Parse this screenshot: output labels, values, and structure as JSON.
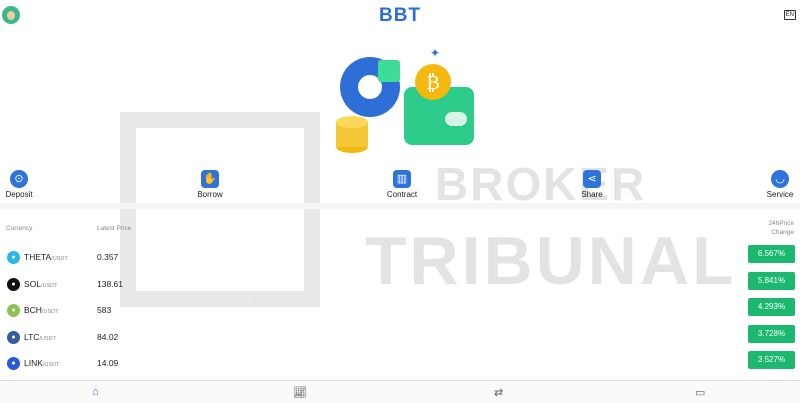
{
  "header": {
    "title": "BBT",
    "lang": "EN"
  },
  "watermark": {
    "line1": "BROKER",
    "line2": "TRIBUNAL"
  },
  "menu": [
    {
      "label": "Deposit",
      "icon": "deposit-icon"
    },
    {
      "label": "Borrow",
      "icon": "borrow-icon"
    },
    {
      "label": "Contract",
      "icon": "contract-icon"
    },
    {
      "label": "Share",
      "icon": "share-icon"
    },
    {
      "label": "Service",
      "icon": "service-icon"
    }
  ],
  "table": {
    "headers": {
      "currency": "Currency",
      "price": "Latest Price",
      "change": "24hPrice Change"
    },
    "rows": [
      {
        "symbol": "THETA",
        "quote": "/USDT",
        "price": "0.357",
        "change": "6.567%",
        "color": "#29b6e8"
      },
      {
        "symbol": "SOL",
        "quote": "/USDT",
        "price": "138.61",
        "change": "5.841%",
        "color": "#111111"
      },
      {
        "symbol": "BCH",
        "quote": "/USDT",
        "price": "583",
        "change": "4.293%",
        "color": "#8dc351"
      },
      {
        "symbol": "LTC",
        "quote": "/USDT",
        "price": "84.02",
        "change": "3.728%",
        "color": "#345d9d"
      },
      {
        "symbol": "LINK",
        "quote": "/USDT",
        "price": "14.09",
        "change": "3.527%",
        "color": "#2a5ada"
      }
    ]
  },
  "colors": {
    "accent": "#2d6fd6",
    "positive": "#1db870"
  },
  "nav": [
    {
      "icon": "home-icon"
    },
    {
      "icon": "market-icon"
    },
    {
      "icon": "trade-icon"
    },
    {
      "icon": "wallet-icon"
    }
  ]
}
